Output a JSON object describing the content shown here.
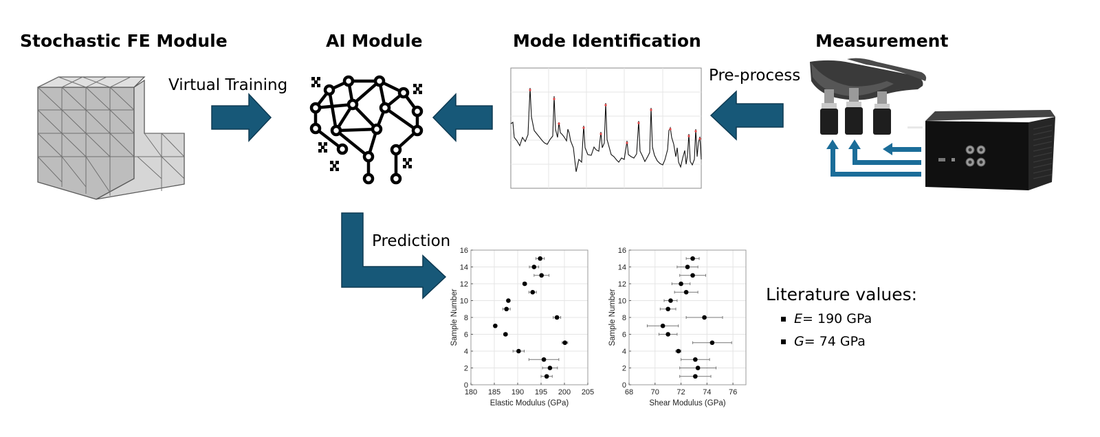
{
  "headings": {
    "fe": "Stochastic FE Module",
    "ai": "AI Module",
    "mode": "Mode Identification",
    "measurement": "Measurement"
  },
  "arrow_labels": {
    "virtual_training": "Virtual Training",
    "pre_process": "Pre-process",
    "prediction": "Prediction"
  },
  "colors": {
    "arrow_fill": "#175878",
    "arrow_stroke": "#0e3a52",
    "cable_blue": "#1b6d99",
    "mesh_fill": "#c8c8c8",
    "spectrum_peak_marker": "#e34a4a"
  },
  "literature": {
    "title": "Literature values:",
    "items": [
      {
        "symbol": "E",
        "rest": " = 190 GPa"
      },
      {
        "symbol": "G",
        "rest": " = 74 GPa"
      }
    ]
  },
  "chart_data": [
    {
      "type": "scatter",
      "xlabel": "Elastic Modulus (GPa)",
      "ylabel": "Sample Number",
      "xlim": [
        180,
        205
      ],
      "ylim": [
        0,
        16
      ],
      "xticks": [
        180,
        185,
        190,
        195,
        200,
        205
      ],
      "yticks": [
        0,
        2,
        4,
        6,
        8,
        10,
        12,
        14,
        16
      ],
      "grid": true,
      "points": [
        {
          "y": 1,
          "x": 196.2,
          "err": 1.2
        },
        {
          "y": 2,
          "x": 196.9,
          "err": 1.6
        },
        {
          "y": 3,
          "x": 195.6,
          "err": 3.2
        },
        {
          "y": 4,
          "x": 190.2,
          "err": 1.2
        },
        {
          "y": 5,
          "x": 200.1,
          "err": 0.6
        },
        {
          "y": 6,
          "x": 187.4,
          "err": 0.4
        },
        {
          "y": 7,
          "x": 185.2,
          "err": 0.2
        },
        {
          "y": 8,
          "x": 198.4,
          "err": 0.8
        },
        {
          "y": 9,
          "x": 187.6,
          "err": 0.8
        },
        {
          "y": 10,
          "x": 188.0,
          "err": 0.3
        },
        {
          "y": 11,
          "x": 193.2,
          "err": 0.8
        },
        {
          "y": 12,
          "x": 191.5,
          "err": 0.4
        },
        {
          "y": 13,
          "x": 195.1,
          "err": 1.6
        },
        {
          "y": 14,
          "x": 193.5,
          "err": 1.0
        },
        {
          "y": 15,
          "x": 194.8,
          "err": 0.9
        }
      ]
    },
    {
      "type": "scatter",
      "xlabel": "Shear Modulus (GPa)",
      "ylabel": "Sample Number",
      "xlim": [
        68,
        77
      ],
      "ylim": [
        0,
        16
      ],
      "xticks": [
        68,
        70,
        72,
        74,
        76
      ],
      "yticks": [
        0,
        2,
        4,
        6,
        8,
        10,
        12,
        14,
        16
      ],
      "grid": true,
      "points": [
        {
          "y": 1,
          "x": 73.1,
          "err": 1.2
        },
        {
          "y": 2,
          "x": 73.3,
          "err": 1.4
        },
        {
          "y": 3,
          "x": 73.1,
          "err": 1.1
        },
        {
          "y": 4,
          "x": 71.8,
          "err": 0.2
        },
        {
          "y": 5,
          "x": 74.4,
          "err": 1.5
        },
        {
          "y": 6,
          "x": 71.0,
          "err": 0.7
        },
        {
          "y": 7,
          "x": 70.6,
          "err": 1.2
        },
        {
          "y": 8,
          "x": 73.8,
          "err": 1.4
        },
        {
          "y": 9,
          "x": 71.0,
          "err": 0.6
        },
        {
          "y": 10,
          "x": 71.2,
          "err": 0.5
        },
        {
          "y": 11,
          "x": 72.4,
          "err": 0.9
        },
        {
          "y": 12,
          "x": 72.0,
          "err": 0.7
        },
        {
          "y": 13,
          "x": 72.9,
          "err": 1.0
        },
        {
          "y": 14,
          "x": 72.5,
          "err": 0.8
        },
        {
          "y": 15,
          "x": 72.9,
          "err": 0.5
        }
      ]
    }
  ]
}
